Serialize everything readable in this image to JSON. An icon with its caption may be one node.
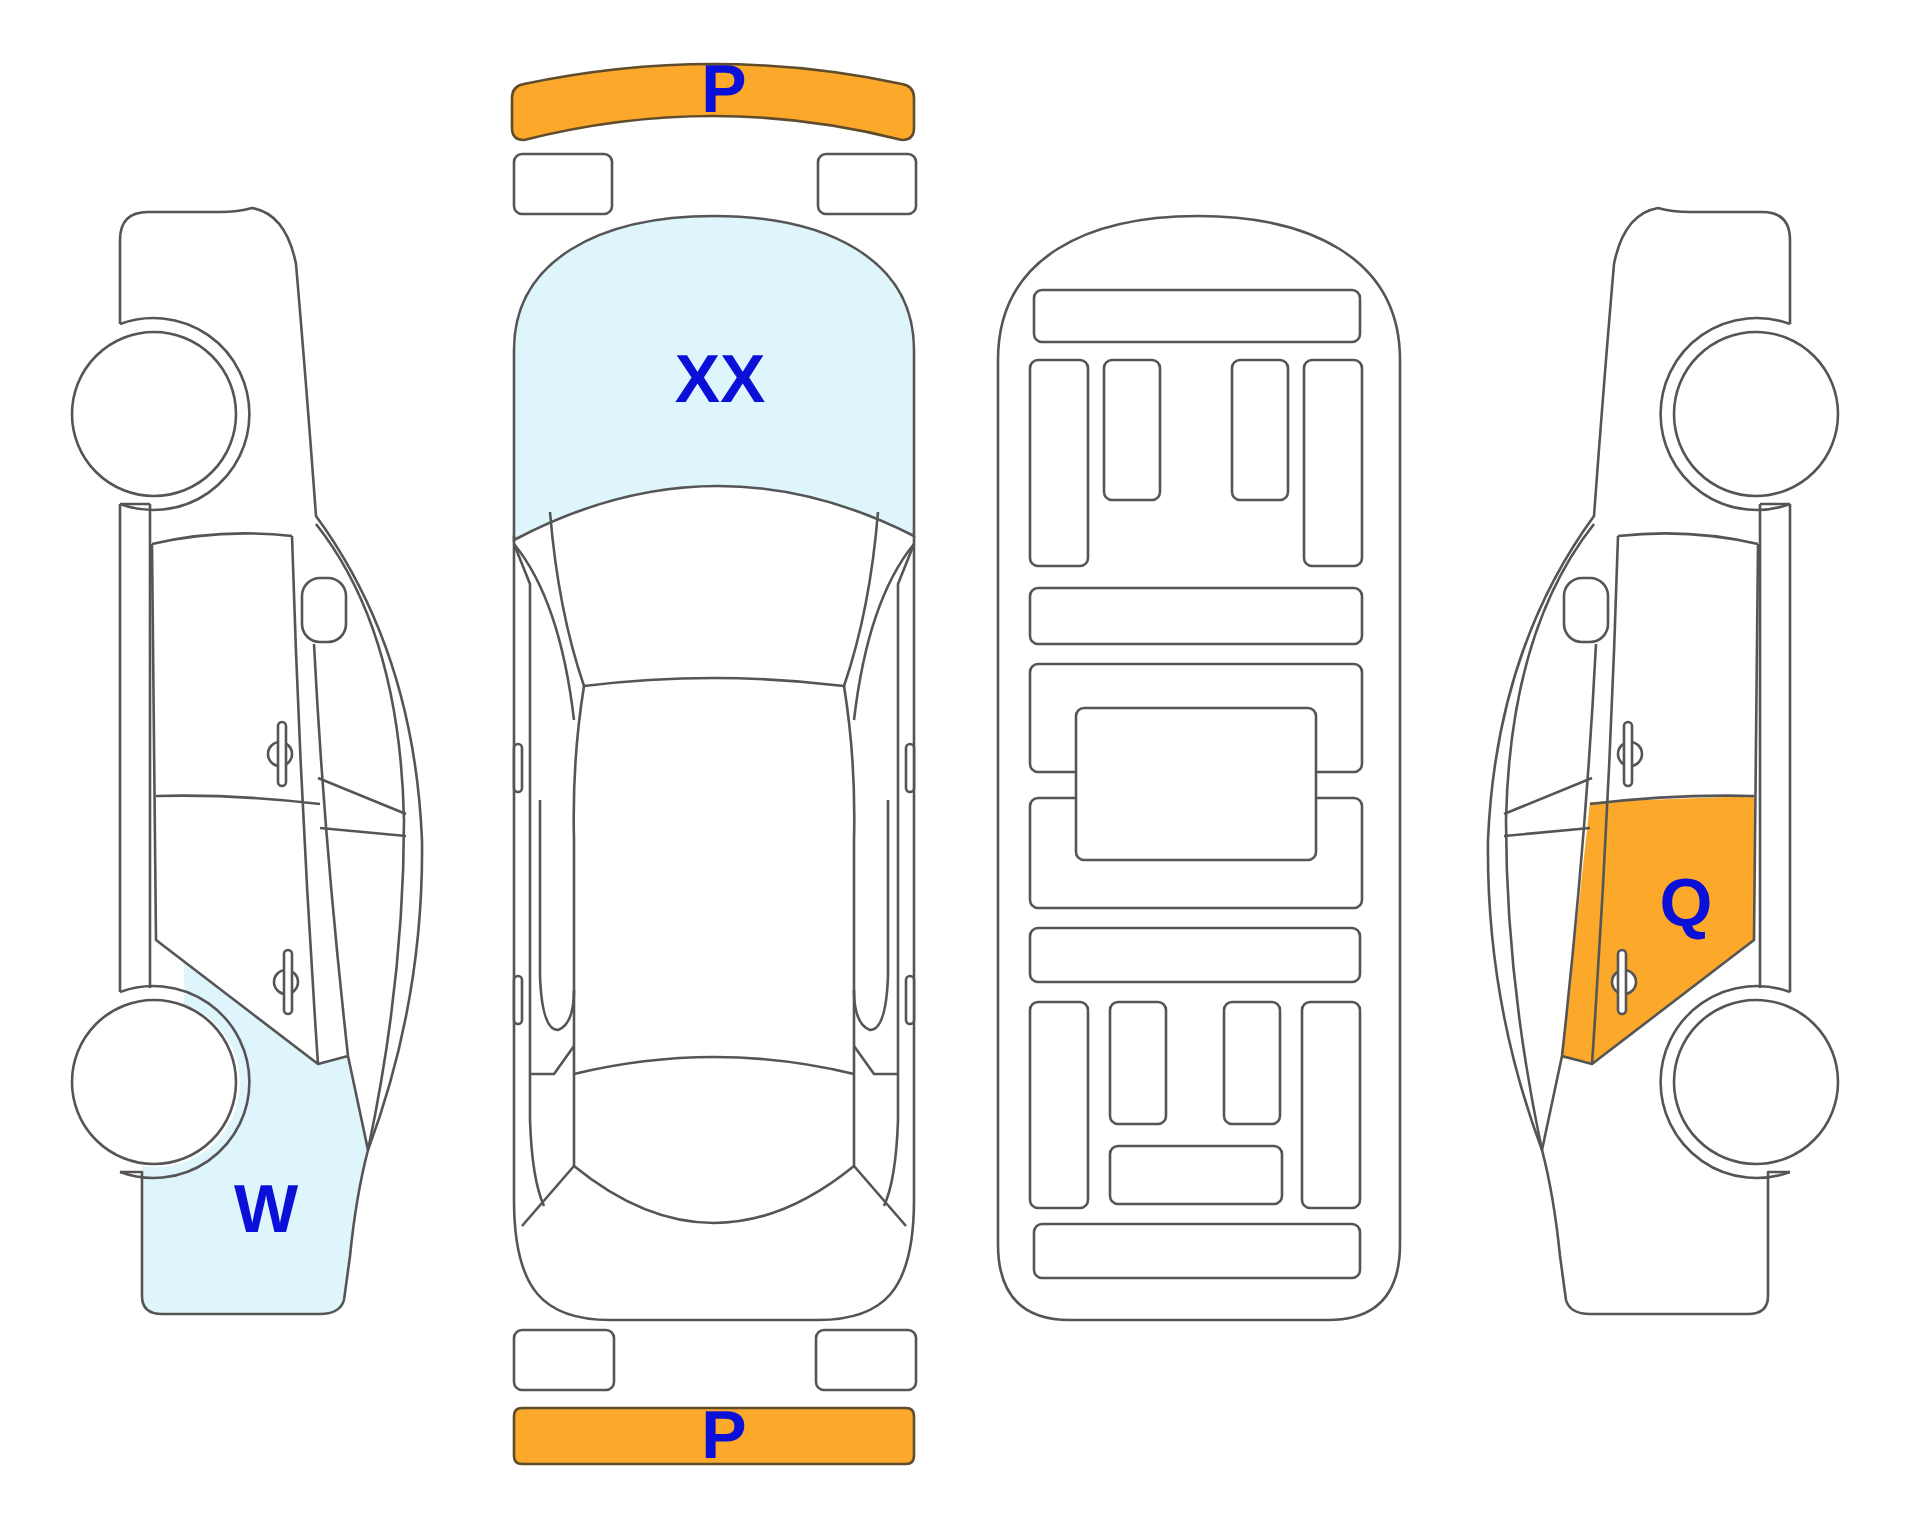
{
  "diagram": {
    "nodes": [
      {
        "text": [
          "P"
        ]
      },
      {
        "text": [
          "XX"
        ]
      },
      {
        "text": [
          "Q"
        ]
      },
      {
        "text": [
          "W"
        ]
      },
      {
        "text": [
          "P"
        ]
      }
    ]
  }
}
